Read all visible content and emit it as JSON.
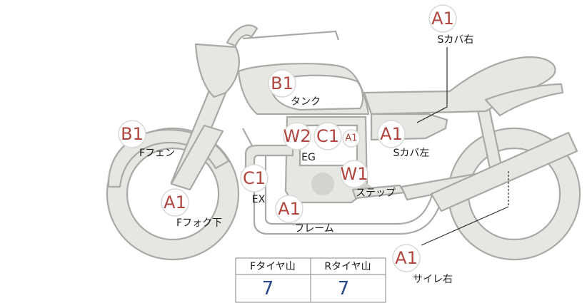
{
  "tags": {
    "s_cover_right": {
      "code": "A1",
      "label": "Sカバ右"
    },
    "tank": {
      "code": "B1",
      "label": "タンク"
    },
    "f_fender": {
      "code": "B1",
      "label": "Fフェン"
    },
    "eg_w2": {
      "code": "W2"
    },
    "eg_c1": {
      "code": "C1",
      "label": "EG"
    },
    "eg_a1": {
      "code": "A1"
    },
    "s_cover_left": {
      "code": "A1",
      "label": "Sカバ左"
    },
    "exhaust": {
      "code": "C1",
      "label": "EX"
    },
    "step": {
      "code": "W1",
      "label": "ステップ"
    },
    "f_fork_lower": {
      "code": "A1",
      "label": "Fフォク下"
    },
    "frame": {
      "code": "A1",
      "label": "フレーム"
    },
    "silencer_right": {
      "code": "A1",
      "label": "サイレ右"
    }
  },
  "tire_table": {
    "front_header": "Fタイヤ山",
    "rear_header": "Rタイヤ山",
    "front_value": "7",
    "rear_value": "7"
  },
  "colors": {
    "bike_fill": "#e6e6e3",
    "bike_outline": "#a9a9a6",
    "tag_code": "#b0463f",
    "table_value": "#2b4a8c"
  }
}
